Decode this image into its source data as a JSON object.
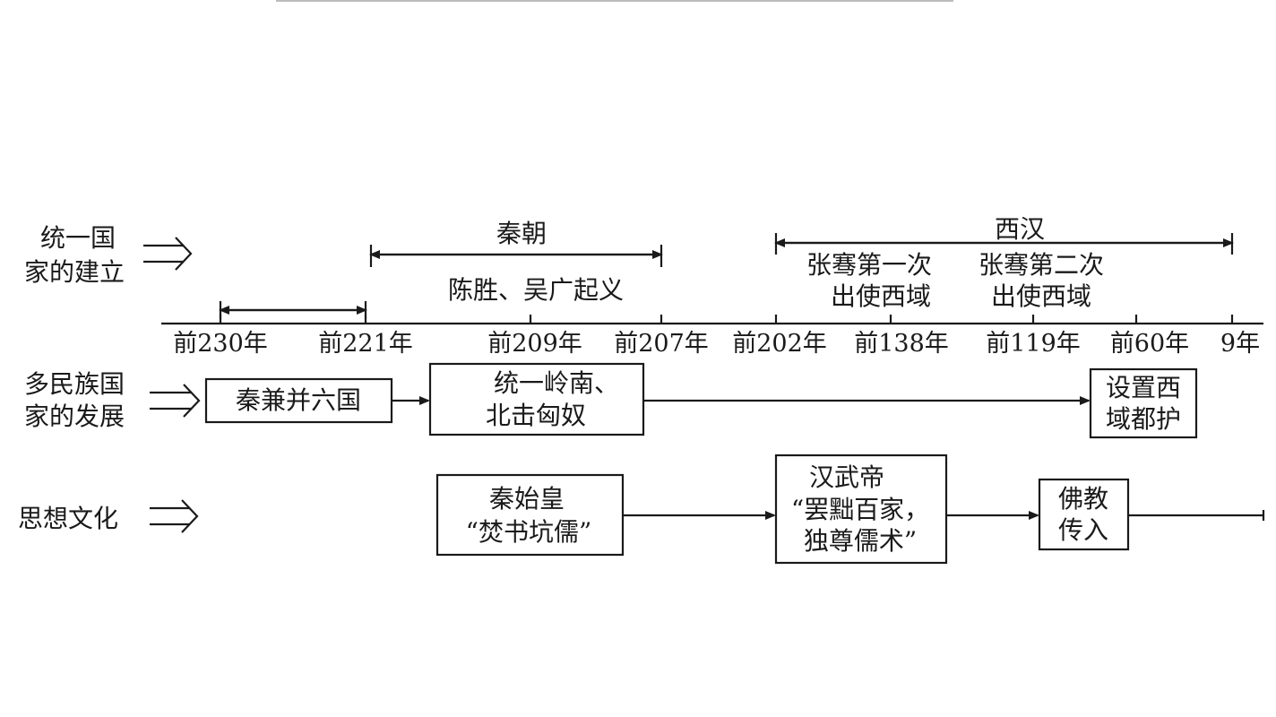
{
  "rows": {
    "unification": [
      "统一国",
      "家的建立"
    ],
    "multiethnic": [
      "多民族国",
      "家的发展"
    ],
    "culture": [
      "思想文化"
    ]
  },
  "years": [
    "前230年",
    "前221年",
    "前209年",
    "前207年",
    "前202年",
    "前138年",
    "前119年",
    "前60年",
    "9年"
  ],
  "periods": {
    "qin": "秦朝",
    "western_han": "西汉"
  },
  "events": {
    "chen_wu": "陈胜、吴广起义",
    "zhang_qian_1": [
      "张骞第一次",
      "出使西域"
    ],
    "zhang_qian_2": [
      "张骞第二次",
      "出使西域"
    ]
  },
  "boxes": {
    "qin_unify": [
      "秦兼并六国"
    ],
    "lingnan": [
      "统一岭南、",
      "北击匈奴"
    ],
    "protectorate": [
      "设置西",
      "域都护"
    ],
    "burn_books": [
      "秦始皇",
      "“焚书坑儒”"
    ],
    "wudi": [
      "汉武帝",
      "“罢黜百家，",
      "独尊儒术”"
    ],
    "buddhism": [
      "佛教",
      "传入"
    ]
  },
  "colors": {
    "ink": "#1a1a1a",
    "background": "#ffffff"
  }
}
